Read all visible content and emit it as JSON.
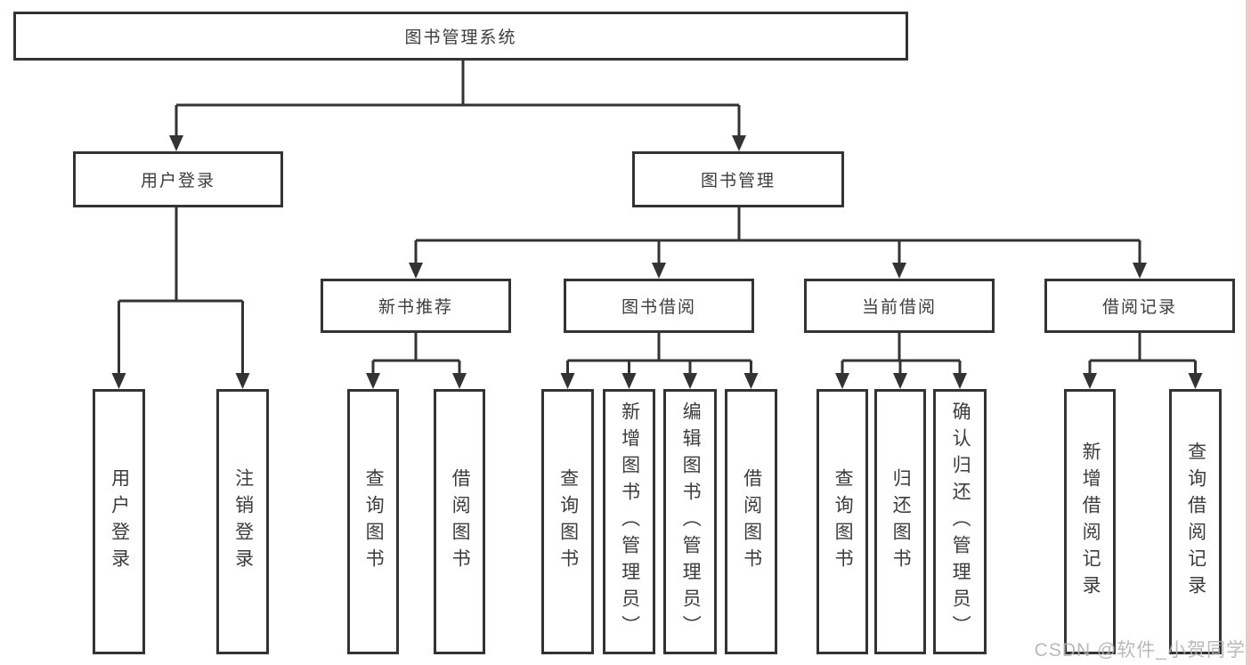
{
  "diagram": {
    "root": {
      "label": "图书管理系统"
    },
    "level2": [
      {
        "label": "用户登录"
      },
      {
        "label": "图书管理"
      }
    ],
    "level3": [
      {
        "label": "新书推荐"
      },
      {
        "label": "图书借阅"
      },
      {
        "label": "当前借阅"
      },
      {
        "label": "借阅记录"
      }
    ],
    "leaves": [
      {
        "label": "用户登录",
        "parent": "用户登录"
      },
      {
        "label": "注销登录",
        "parent": "用户登录"
      },
      {
        "label": "查询图书",
        "parent": "新书推荐"
      },
      {
        "label": "借阅图书",
        "parent": "新书推荐"
      },
      {
        "label": "查询图书",
        "parent": "图书借阅"
      },
      {
        "label": "新增图书（管理员）",
        "parent": "图书借阅"
      },
      {
        "label": "编辑图书（管理员）",
        "parent": "图书借阅"
      },
      {
        "label": "借阅图书",
        "parent": "图书借阅"
      },
      {
        "label": "查询图书",
        "parent": "当前借阅"
      },
      {
        "label": "归还图书",
        "parent": "当前借阅"
      },
      {
        "label": "确认归还（管理员）",
        "parent": "当前借阅"
      },
      {
        "label": "新增借阅记录",
        "parent": "借阅记录"
      },
      {
        "label": "查询借阅记录",
        "parent": "借阅记录"
      }
    ]
  },
  "watermark": {
    "text": "CSDN @软件_小贺同学"
  },
  "colors": {
    "line": "#333333",
    "box_border": "#333333",
    "text": "#3c3c3c",
    "watermark": "#b2b2b2",
    "edge_strip": "#f3c6ca"
  }
}
